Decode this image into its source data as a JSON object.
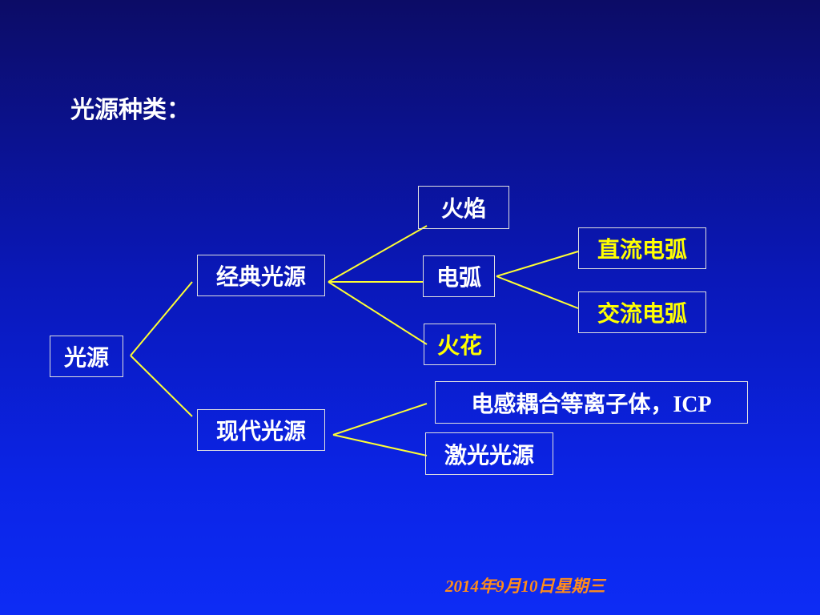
{
  "slide": {
    "title": "光源种类：",
    "footer_date": "2014年9月10日星期三"
  },
  "tree": {
    "root": "光源",
    "classic": "经典光源",
    "modern": "现代光源",
    "flame": "火焰",
    "arc": "电弧",
    "spark": "火花",
    "dc_arc": "直流电弧",
    "ac_arc": "交流电弧",
    "icp_cn": "电感耦合等离子体，",
    "icp_en": "ICP",
    "laser": "激光光源"
  },
  "colors": {
    "background_top": "#0c0c66",
    "background_bottom": "#0d2cf5",
    "connector": "#ffff33",
    "highlight_text": "#ffff00",
    "date_text": "#ff8c1a"
  }
}
